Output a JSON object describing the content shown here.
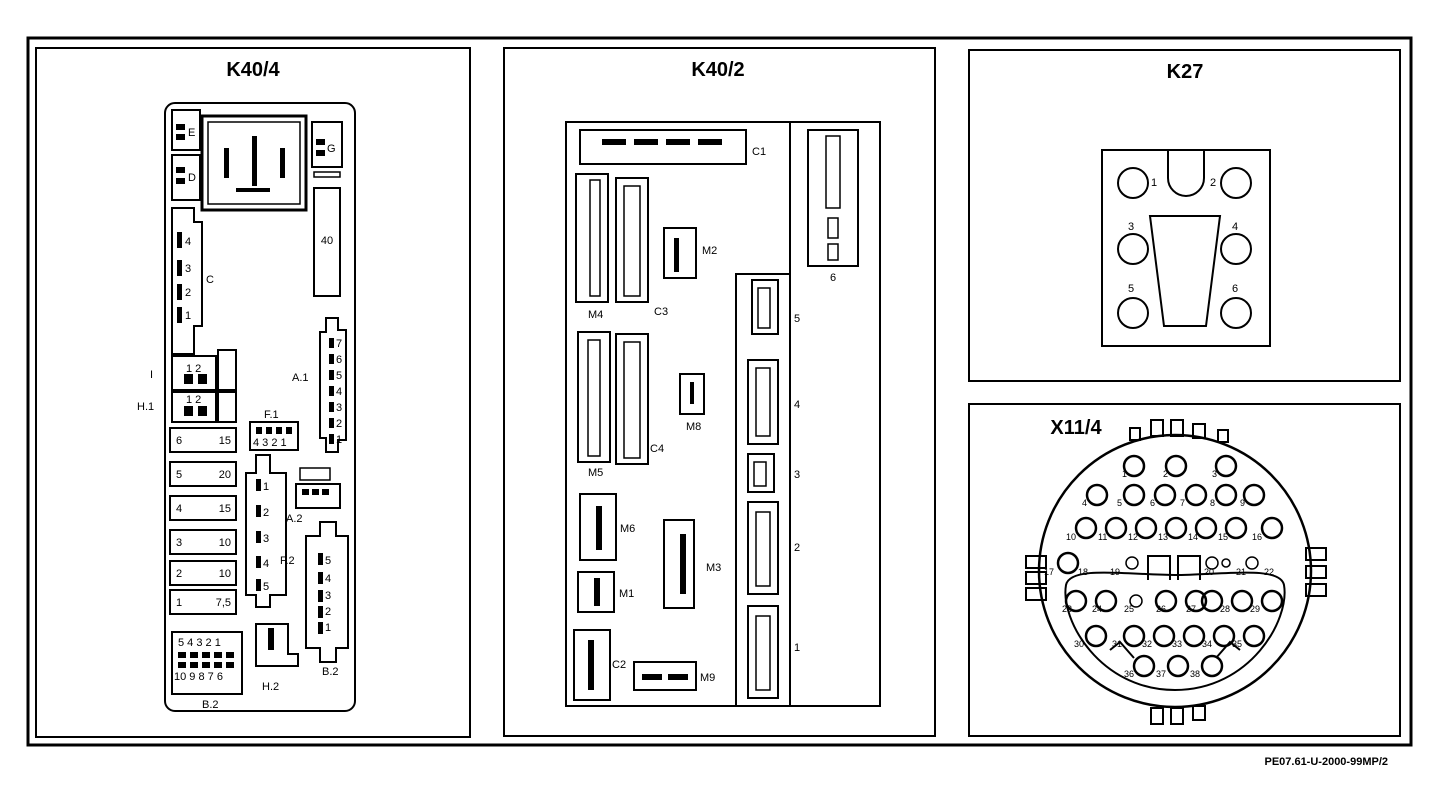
{
  "colors": {
    "ink": "#000000",
    "paper": "#ffffff"
  },
  "k404": {
    "title": "K40/4",
    "conn": {
      "E": "E",
      "D": "D",
      "G": "G",
      "C": "C",
      "A1": "A.1",
      "A2": "A.2",
      "F1": "F.1",
      "F2": "F.2",
      "H1": "H.1",
      "I": "I",
      "H2": "H.2",
      "B2": "B.2"
    },
    "c_pins": [
      "4",
      "3",
      "2",
      "1"
    ],
    "a1_pins": [
      "7",
      "6",
      "5",
      "4",
      "3",
      "2",
      "1"
    ],
    "f1_pins": "4 3 2 1",
    "f2_pins": [
      "1",
      "2",
      "3",
      "4",
      "5"
    ],
    "b2r_pins": [
      "5",
      "4",
      "3",
      "2",
      "1"
    ],
    "relay_pins": "1 2",
    "relay40": "40",
    "fuses": [
      {
        "num": "6",
        "amp": "15"
      },
      {
        "num": "5",
        "amp": "20"
      },
      {
        "num": "4",
        "amp": "15"
      },
      {
        "num": "3",
        "amp": "10"
      },
      {
        "num": "2",
        "amp": "10"
      },
      {
        "num": "1",
        "amp": "7,5"
      }
    ],
    "b2_top": "5 4 3 2 1",
    "b2_bottom": "10 9 8 7 6"
  },
  "k402": {
    "title": "K40/2",
    "labels": {
      "C1": "C1",
      "C2": "C2",
      "C3": "C3",
      "C4": "C4",
      "M1": "M1",
      "M2": "M2",
      "M3": "M3",
      "M4": "M4",
      "M5": "M5",
      "M6": "M6",
      "M8": "M8",
      "M9": "M9"
    },
    "right_slots": [
      "5",
      "4",
      "3",
      "2",
      "1"
    ],
    "slot6": "6"
  },
  "k27": {
    "title": "K27",
    "pins": [
      "1",
      "2",
      "3",
      "4",
      "5",
      "6"
    ]
  },
  "x114": {
    "title": "X11/4",
    "pins": [
      "1",
      "2",
      "3",
      "4",
      "5",
      "6",
      "7",
      "8",
      "9",
      "10",
      "11",
      "12",
      "13",
      "14",
      "15",
      "16",
      "17",
      "18",
      "19",
      "20",
      "21",
      "22",
      "23",
      "24",
      "25",
      "26",
      "27",
      "28",
      "29",
      "30",
      "31",
      "32",
      "33",
      "34",
      "35",
      "36",
      "37",
      "38"
    ]
  },
  "footer": "PE07.61-U-2000-99MP/2"
}
